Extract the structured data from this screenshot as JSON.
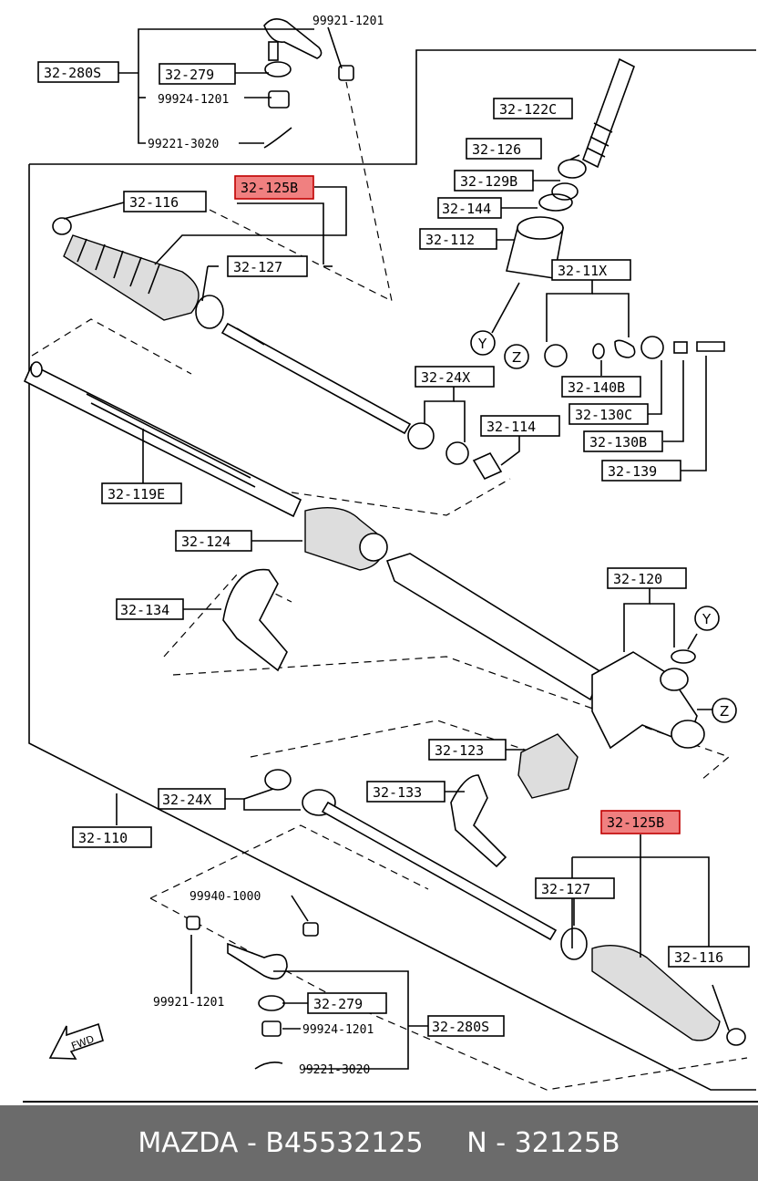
{
  "labels": {
    "l_280s_top": "32-280S",
    "l_279_top": "32-279",
    "l_116_top": "32-116",
    "l_125b_top": "32-125B",
    "l_127_top": "32-127",
    "l_122c": "32-122C",
    "l_126": "32-126",
    "l_129b": "32-129B",
    "l_144": "32-144",
    "l_112": "32-112",
    "l_11x": "32-11X",
    "l_24x_top": "32-24X",
    "l_140b": "32-140B",
    "l_130c": "32-130C",
    "l_114": "32-114",
    "l_130b": "32-130B",
    "l_139": "32-139",
    "l_119e": "32-119E",
    "l_124": "32-124",
    "l_120": "32-120",
    "l_134": "32-134",
    "l_123": "32-123",
    "l_24x_bot": "32-24X",
    "l_133": "32-133",
    "l_110": "32-110",
    "l_125b_bot": "32-125B",
    "l_127_bot": "32-127",
    "l_116_bot": "32-116",
    "l_279_bot": "32-279",
    "l_280s_bot": "32-280S"
  },
  "plain": {
    "p_99921_top": "99921-1201",
    "p_99924_top": "99924-1201",
    "p_99221_top": "99221-3020",
    "p_99940": "99940-1000",
    "p_99921_bot": "99921-1201",
    "p_99924_bot": "99924-1201",
    "p_99221_bot": "99221-3020"
  },
  "markers": {
    "y1": "Y",
    "z1": "Z",
    "y2": "Y",
    "z2": "Z"
  },
  "fwd": "FWD",
  "footer": {
    "brand": "MAZDA",
    "part_number": "B45532125",
    "ref": "N - 32125B"
  },
  "colors": {
    "highlight": "#f08080",
    "footer_bg": "#6b6b6b"
  }
}
